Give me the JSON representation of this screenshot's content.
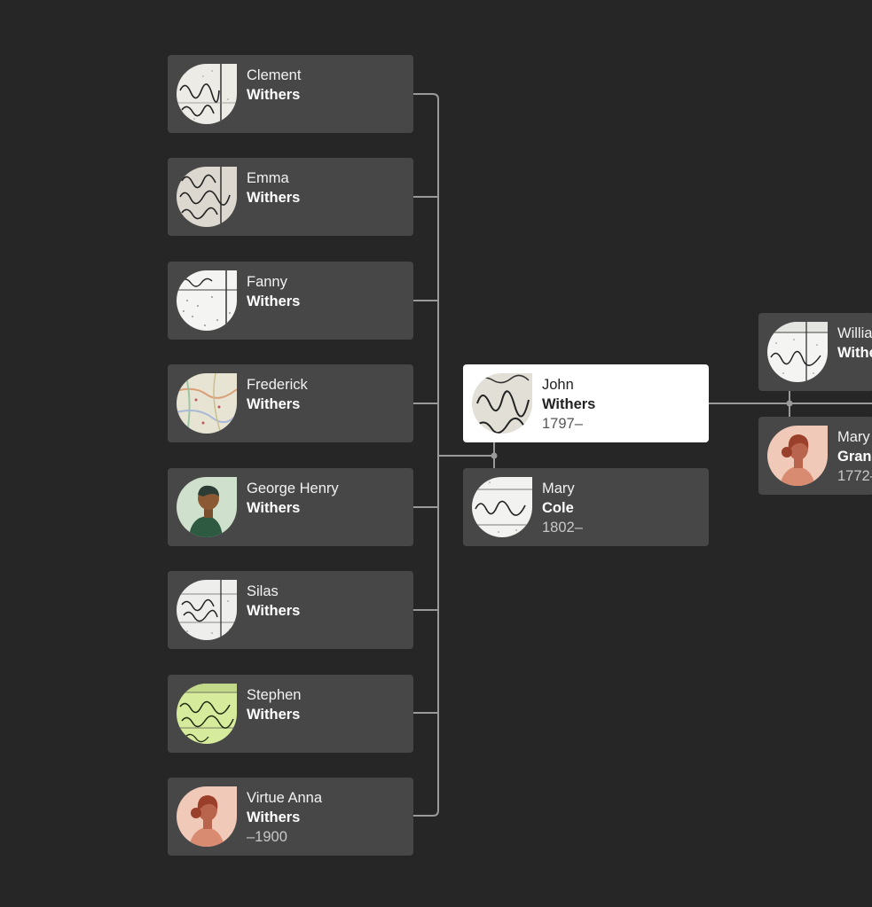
{
  "colors": {
    "background": "#262626",
    "card": "#474747",
    "card_focus": "#ffffff",
    "connector": "#9a9a9a"
  },
  "children": [
    {
      "given": "Clement",
      "surname": "Withers",
      "years": "",
      "avatar": "record-scan-icon"
    },
    {
      "given": "Emma",
      "surname": "Withers",
      "years": "",
      "avatar": "record-scan-icon"
    },
    {
      "given": "Fanny",
      "surname": "Withers",
      "years": "",
      "avatar": "record-scan-icon"
    },
    {
      "given": "Frederick",
      "surname": "Withers",
      "years": "",
      "avatar": "map-scan-icon"
    },
    {
      "given": "George Henry",
      "surname": "Withers",
      "years": "",
      "avatar": "male-silhouette-icon"
    },
    {
      "given": "Silas",
      "surname": "Withers",
      "years": "",
      "avatar": "record-scan-icon"
    },
    {
      "given": "Stephen",
      "surname": "Withers",
      "years": "",
      "avatar": "record-scan-icon"
    },
    {
      "given": "Virtue Anna",
      "surname": "Withers",
      "years": "–1900",
      "avatar": "female-silhouette-icon"
    }
  ],
  "focus": {
    "given": "John",
    "surname": "Withers",
    "years": "1797–",
    "avatar": "record-scan-icon"
  },
  "spouse": {
    "given": "Mary",
    "surname": "Cole",
    "years": "1802–",
    "avatar": "record-scan-icon"
  },
  "parents": [
    {
      "given": "Willia",
      "surname": "Withe",
      "years": "",
      "avatar": "record-scan-icon"
    },
    {
      "given": "Mary",
      "surname": "Gran",
      "years": "1772–",
      "avatar": "female-silhouette-icon"
    }
  ]
}
